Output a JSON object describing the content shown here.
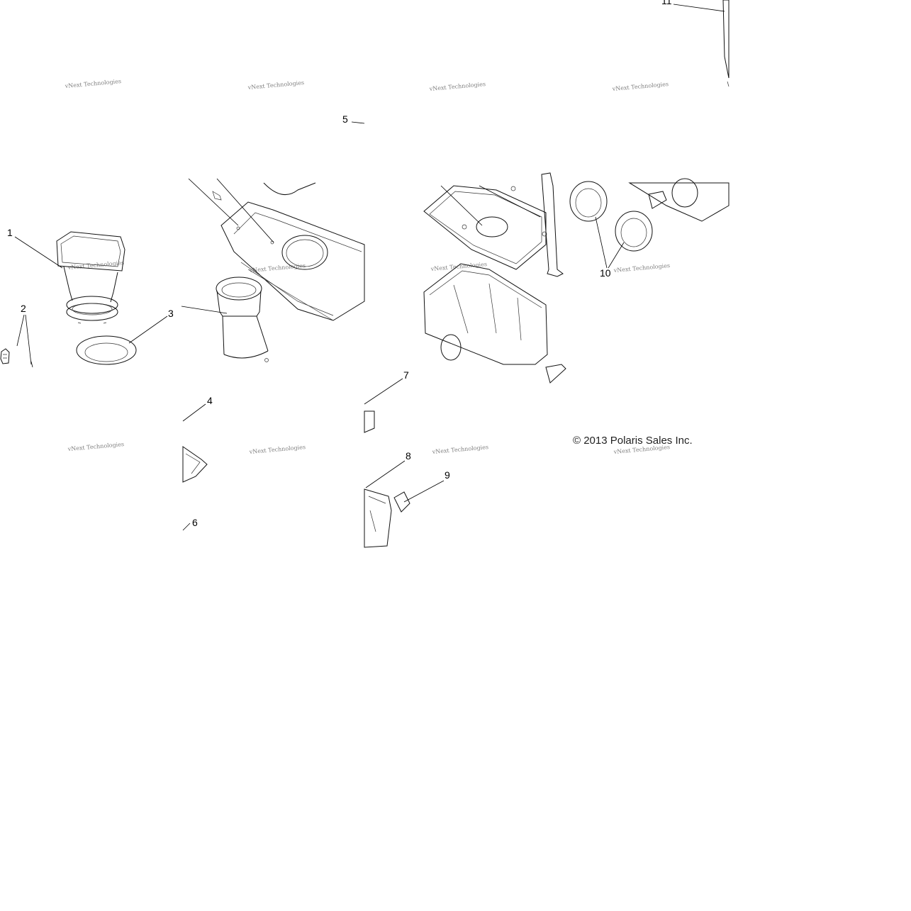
{
  "callouts": [
    {
      "id": "1",
      "text": "1"
    },
    {
      "id": "2",
      "text": "2"
    },
    {
      "id": "3",
      "text": "3"
    },
    {
      "id": "4",
      "text": "4"
    },
    {
      "id": "5",
      "text": "5"
    },
    {
      "id": "6",
      "text": "6"
    },
    {
      "id": "7",
      "text": "7"
    },
    {
      "id": "8",
      "text": "8"
    },
    {
      "id": "9",
      "text": "9"
    },
    {
      "id": "10",
      "text": "10"
    },
    {
      "id": "11",
      "text": "11"
    }
  ],
  "copyright": "© 2013 Polaris Sales Inc.",
  "watermark": "vNext Technologies",
  "colors": {
    "background": "#ffffff",
    "line": "#111111",
    "watermark": "#555555"
  }
}
